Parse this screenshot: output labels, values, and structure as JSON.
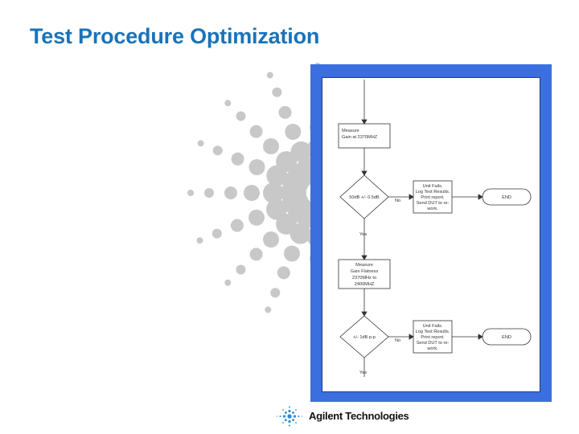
{
  "slide": {
    "title": "Test Procedure Optimization"
  },
  "flowchart": {
    "step1": [
      "Measure",
      "Gain at 2370MHZ"
    ],
    "decision1": "50dB +/- 0.5dB",
    "decision1_no": "No",
    "decision1_yes": "Yes",
    "fail1": [
      "Unit Fails.",
      "Log Test Results.",
      "Print report.",
      "Send DUT to re-",
      "work."
    ],
    "end1": "END",
    "step2": [
      "Measure",
      "Gain Flatness",
      "2370MHz to",
      "2400MHZ"
    ],
    "decision2": "+/- 1dB p-p",
    "decision2_no": "No",
    "decision2_yes": "Yes",
    "fail2": [
      "Unit Fails.",
      "Log Test Results.",
      "Print report.",
      "Send DUT to re-",
      "work."
    ],
    "end2": "END"
  },
  "footer": {
    "logo_text": "Agilent Technologies"
  },
  "colors": {
    "title": "#1a73b8",
    "frame": "#3b6fe0",
    "dots": "#c8c8c8"
  },
  "icons": {
    "decoration": "starburst-dots",
    "logo": "agilent-spark-icon"
  }
}
